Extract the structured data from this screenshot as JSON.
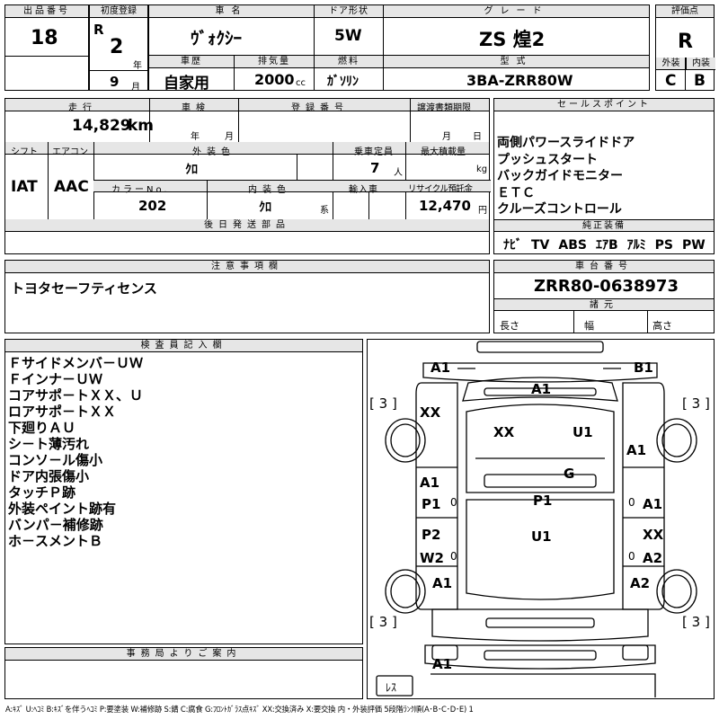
{
  "header": {
    "lot_label": "出品番号",
    "lot": "18",
    "first_reg_label": "初度登録",
    "era": "R",
    "year": "2",
    "year_unit": "年",
    "month": "9",
    "month_unit": "月",
    "name_label": "車名",
    "name": "ｳﾞｫｸｼｰ",
    "history_label": "車歴",
    "history": "自家用",
    "displacement_label": "排気量",
    "displacement": "2000",
    "displacement_unit": "cc",
    "door_label": "ドア形状",
    "door": "5W",
    "fuel_label": "燃料",
    "fuel": "ｶﾞｿﾘﾝ",
    "grade_label": "グレード",
    "grade": "ZS 煌2",
    "model_label": "型式",
    "model": "3BA-ZRR80W",
    "score_label": "評価点",
    "score": "R",
    "ext_label": "外装",
    "ext": "C",
    "int_label": "内装",
    "int": "B"
  },
  "row2": {
    "mileage_label": "走行",
    "mileage": "14,829",
    "mileage_unit": "km",
    "inspection_label": "車検",
    "insp_year_unit": "年",
    "insp_month_unit": "月",
    "plate_label": "登録番号",
    "transfer_label": "譲渡書類期限",
    "transfer_month_unit": "月",
    "transfer_day_unit": "日",
    "shift_label": "シフト",
    "shift": "IAT",
    "ac_label": "エアコン",
    "ac": "AAC",
    "ext_color_label": "外装色",
    "ext_color": "ｸﾛ",
    "capacity_label": "乗車定員",
    "capacity": "7",
    "capacity_unit": "人",
    "load_label": "最大積載量",
    "load_unit": "kg",
    "color_no_label": "カラーNo.",
    "color_no": "202",
    "int_color_label": "内装色",
    "int_color": "ｸﾛ",
    "int_color_unit": "系",
    "import_label": "輸入車",
    "recycle_label": "リサイクル預託金",
    "recycle": "12,470",
    "recycle_unit": "円",
    "later_label": "後日発送部品"
  },
  "sales": {
    "label": "セールスポイント",
    "items": [
      "両側パワースライドドア",
      "プッシュスタート",
      "バックガイドモニター",
      "ＥＴＣ",
      "クルーズコントロール"
    ],
    "equip_label": "純正装備",
    "equip": [
      "ﾅﾋﾞ",
      "TV",
      "ABS",
      "ｴｱB",
      "ｱﾙﾐ",
      "PS",
      "PW"
    ]
  },
  "notes": {
    "label": "注意事項欄",
    "text": "トヨタセーフティセンス"
  },
  "chassis": {
    "label": "車台番号",
    "value": "ZRR80-0638973",
    "spec_label": "諸元",
    "length_label": "長さ",
    "width_label": "幅",
    "height_label": "高さ"
  },
  "inspector": {
    "label": "検査員記入欄",
    "items": [
      "Ｆサイドメンバ－ＵＷ",
      "Ｆインナ－ＵＷ",
      "コアサポ－トＸＸ、Ｕ",
      "ロアサポ－トＸＸ",
      "下廻りＡＵ",
      "シ－ト薄汚れ",
      "コンソ－ル傷小",
      "ドア内張傷小",
      "タッチＰ跡",
      "外装ペイント跡有",
      "バンパ－補修跡",
      "ホ－スメントＢ"
    ]
  },
  "office": {
    "label": "事務局よりご案内"
  },
  "diagram": {
    "marks": {
      "front_bumper_l": "A1",
      "front_bumper_r": "B1",
      "hood": "A1",
      "fender_fl": "XX",
      "roof_front_l": "XX",
      "roof_front_r": "U1",
      "fender_fr": "A1",
      "glass": "G",
      "door_fl": "A1",
      "door_fl2": "P1",
      "roof_center": "P1",
      "door_fr": "A1",
      "door_rl": "P2",
      "door_rl2": "W2",
      "roof_rear": "U1",
      "door_rr": "XX",
      "door_rr2": "A2",
      "quarter_rl": "A1",
      "quarter_rr": "A2",
      "rear_bumper": "A1"
    },
    "tires": [
      "3",
      "3",
      "3",
      "3"
    ],
    "spare": "ﾚｽ",
    "small_marks": [
      "0",
      "0",
      "0",
      "0"
    ]
  },
  "legend": "A:ｷｽﾞ U:ﾍｺﾐ B:ｷｽﾞを伴うﾍｺﾐ P:要塗装 W:補修跡 S:錆 C:腐食 G:ﾌﾛﾝﾄｶﾞﾗｽ点ｷｽﾞ XX:交換済み X:要交換 内・外装評価 5段階ﾗﾝｸ順(A･B･C･D･E) 1"
}
